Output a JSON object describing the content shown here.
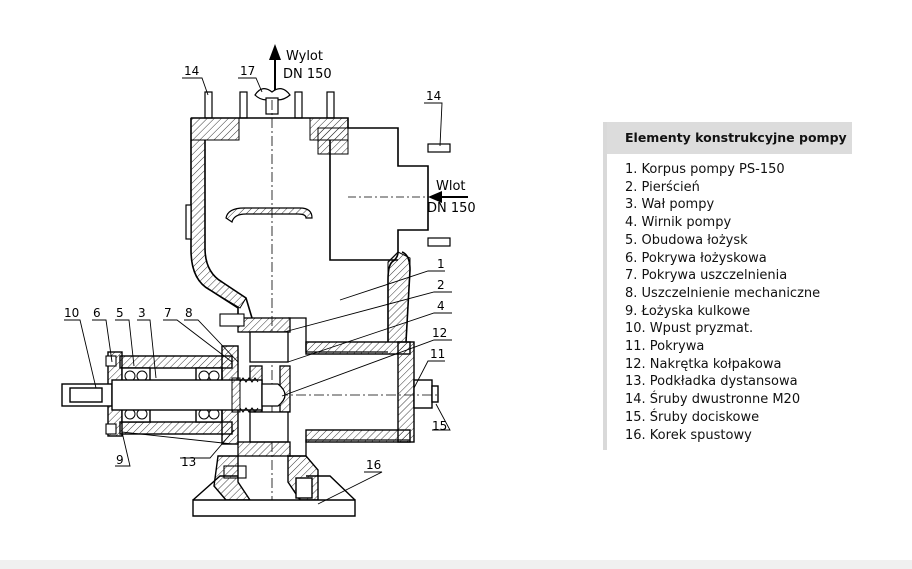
{
  "legend": {
    "title": "Elementy konstrukcyjne pompy",
    "items": [
      "1. Korpus pompy PS-150",
      "2. Pierścień",
      "3. Wał pompy",
      "4. Wirnik pompy",
      "5. Obudowa łożysk",
      "6. Pokrywa łożyskowa",
      "7. Pokrywa uszczelnienia",
      "8. Uszczelnienie mechaniczne",
      "9. Łożyska kulkowe",
      "10. Wpust pryzmat.",
      "11. Pokrywa",
      "12. Nakrętka kołpakowa",
      "13. Podkładka dystansowa",
      "14. Śruby dwustronne M20",
      "15. Śruby dociskowe",
      "16. Korek spustowy"
    ]
  },
  "drawing": {
    "outlet_label_1": "Wylot",
    "outlet_label_2": "DN 150",
    "inlet_label_1": "Wlot",
    "inlet_label_2": "DN 150",
    "callouts": {
      "c1": "1",
      "c2": "2",
      "c3": "3",
      "c4": "4",
      "c5": "5",
      "c6": "6",
      "c7": "7",
      "c8": "8",
      "c9": "9",
      "c10": "10",
      "c11": "11",
      "c12": "12",
      "c13": "13",
      "c14a": "14",
      "c14b": "14",
      "c15": "15",
      "c16": "16",
      "c17": "17"
    }
  }
}
